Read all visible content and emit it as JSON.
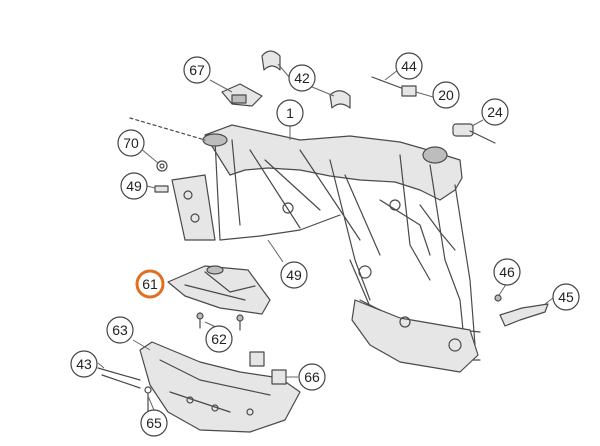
{
  "diagram": {
    "highlight_color": "#e0701f",
    "highlighted_part": "61",
    "callouts": [
      {
        "label": "67"
      },
      {
        "label": "42"
      },
      {
        "label": "44"
      },
      {
        "label": "20"
      },
      {
        "label": "24"
      },
      {
        "label": "1"
      },
      {
        "label": "70"
      },
      {
        "label": "49"
      },
      {
        "label": "49"
      },
      {
        "label": "61"
      },
      {
        "label": "62"
      },
      {
        "label": "63"
      },
      {
        "label": "43"
      },
      {
        "label": "65"
      },
      {
        "label": "66"
      },
      {
        "label": "46"
      },
      {
        "label": "45"
      }
    ]
  }
}
